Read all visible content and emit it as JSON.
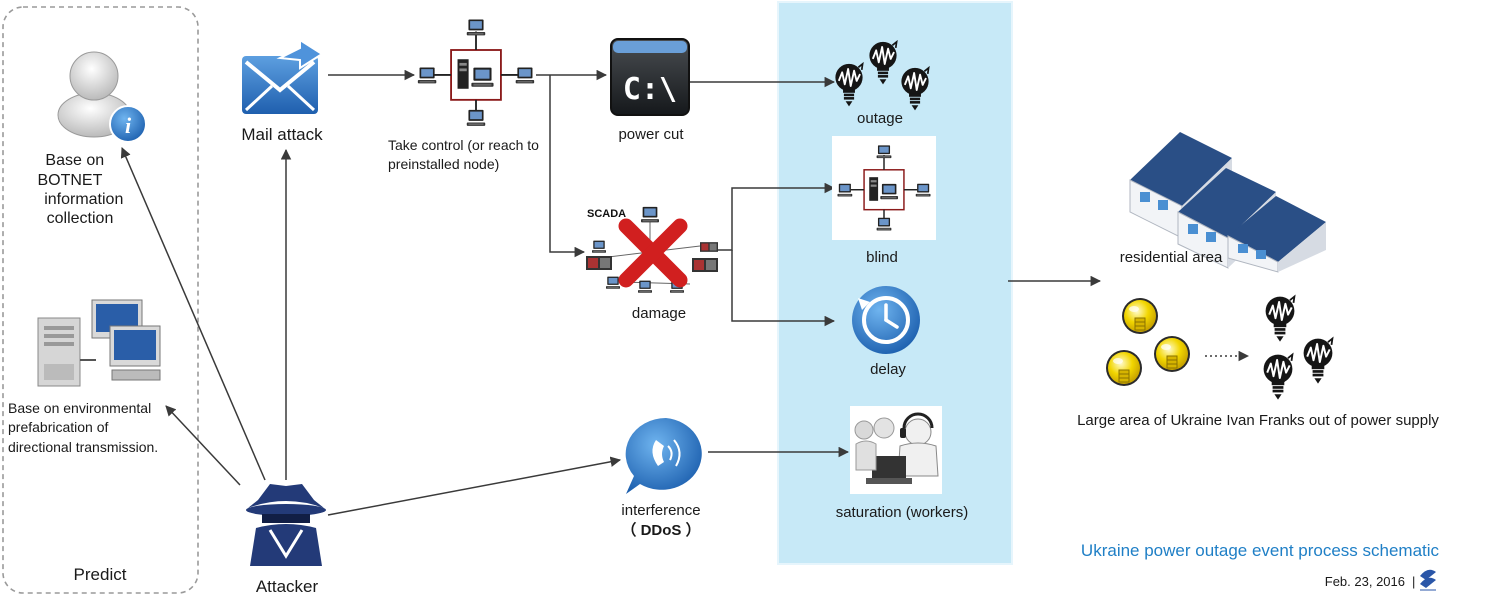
{
  "predict_panel": {
    "title": "Predict",
    "botnet_label": [
      "Base on",
      "BOTNET",
      "information",
      "collection"
    ],
    "environment_label": [
      "Base on environmental",
      "prefabrication of",
      "directional transmission."
    ]
  },
  "attacker": {
    "label": "Attacker"
  },
  "mail_attack": {
    "label": "Mail attack"
  },
  "take_control": {
    "label": [
      "Take control (or reach to",
      "preinstalled node)"
    ]
  },
  "scada": {
    "tag": "SCADA",
    "label": "damage"
  },
  "power_cut": {
    "label": "power cut",
    "console_text": "C:\\"
  },
  "outage": {
    "label": "outage"
  },
  "blind": {
    "label": "blind"
  },
  "delay": {
    "label": "delay"
  },
  "interference": {
    "label": "interference",
    "sub_label": "（ DDoS ）"
  },
  "saturation": {
    "label": "saturation (workers)"
  },
  "residential": {
    "label": "residential area"
  },
  "large_area": {
    "label": "Large area of Ukraine Ivan Franks out of power supply"
  },
  "footer": {
    "title": "Ukraine power outage event process schematic",
    "date": "Feb. 23, 2016",
    "separator": "|"
  },
  "colors": {
    "impact_zone": "#c7e9f7",
    "title_blue": "#1f7fc6",
    "arrow": "#3a3a3a",
    "cross": "#d11f1f",
    "bulb_on": "#f2d600",
    "node_frame": "#8b1a1a"
  }
}
